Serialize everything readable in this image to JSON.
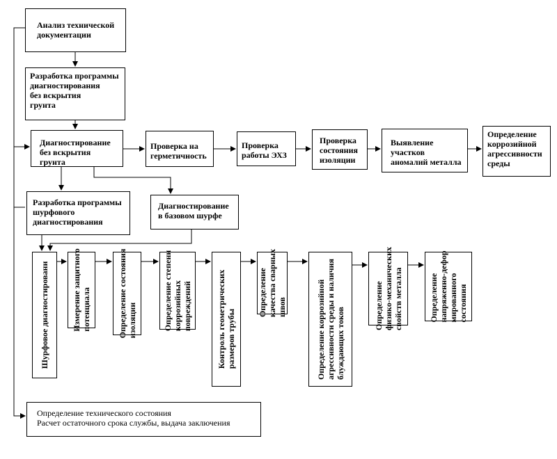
{
  "nodes": {
    "analysis": "Анализ технической\nдокументации",
    "program_no_dig": "Разработка программы\nдиагностирования\nбез вскрытия\nгрунта",
    "diag_no_dig": "Диагностирование\nбез вскрытия грунта",
    "tightness": "Проверка на\nгерметичность",
    "ecp_check": "Проверка\nработы ЭХЗ",
    "insulation_check": "Проверка\nсостояния\nизоляции",
    "anomaly_detect": "Выявление\nучастков\nаномалий металла",
    "corrosivity_env": "Определение\nкоррозийной\nагрессивности\nсреды",
    "pit_program": "Разработка программы\nшурфового\nдиагностирования",
    "base_pit_diag": "Диагностирование\nв базовом шурфе",
    "pit_diag": "Шурфовое диагностировани",
    "protective_potential": "Измерение защитного\nпотенциала",
    "insulation_state": "Определение состояния\nизоляции",
    "corrosion_damage": "Определение степени\nкоррозийных\nповреждений",
    "geometry_control": "Контроль геометрических\nразмеров трубы",
    "weld_quality": "Определение\nкачества сварных\nшвов",
    "corrosivity_stray": "Определение коррозийной\nагрессивности среды и наличия\nблуждающих токов",
    "mech_props": "Определение\nфизико-механических\nсвойств металла",
    "stress_state": "Определение\nнапряженно-дефор\nмированного\nсостояния",
    "tech_condition": "Определение технического состояния\nРасчет остаточного срока службы, выдача заключения"
  },
  "colors": {
    "line": "#000000",
    "box_fill": "#ffffff",
    "text": "#000000"
  }
}
